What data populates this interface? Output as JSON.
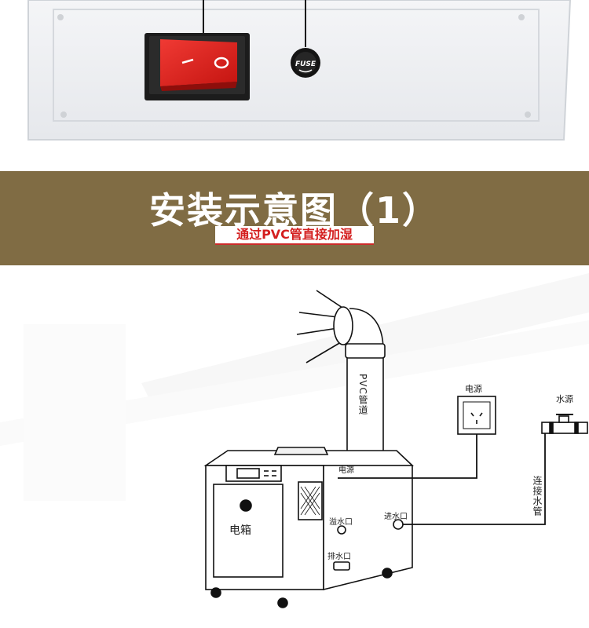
{
  "switch_panel": {
    "fuse_label": "FUSE",
    "switch_symbols": [
      "I",
      "O"
    ]
  },
  "banner": {
    "title": "安装示意图（1）",
    "subtitle": "通过PVC管直接加湿"
  },
  "diagram": {
    "labels": {
      "pvc_pipe": "PVC管道",
      "power_source": "电源",
      "water_source": "水源",
      "connect_water_pipe": "连接水管",
      "power_port": "电源",
      "water_inlet": "进水口",
      "overflow_port": "溢水口",
      "drain_port": "排水口",
      "electric_box": "电箱"
    }
  },
  "colors": {
    "banner_bg": "#806c44",
    "subtitle_text": "#d41f1f",
    "switch_red": "#e0201c"
  }
}
